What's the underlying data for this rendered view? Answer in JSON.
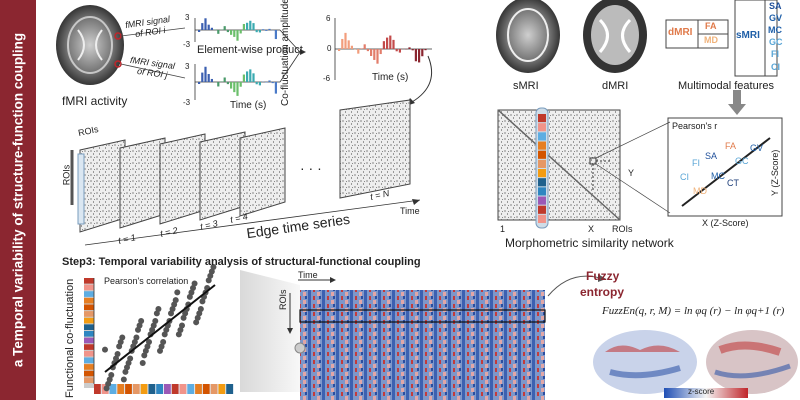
{
  "side_banner": "a Temporal variability of structure-function coupling",
  "top_left": {
    "signal_i": [
      "fMRI signal",
      "of ROI i"
    ],
    "signal_j": [
      "fMRI signal",
      "of ROI j"
    ],
    "product_label": "Element-wise product",
    "fmri_activity": "fMRI activity",
    "time_axis": "Time (s)",
    "ticks_top": [
      "3",
      "-3"
    ],
    "ticks_bottom": [
      "3",
      "-3"
    ],
    "cofluct_axis": "Co-fluctuation amplitude",
    "cofluct_ticks": [
      "6",
      "0",
      "-6"
    ],
    "cofluct_time": "Time (s)"
  },
  "edge_series": {
    "rois": "ROIs",
    "rois2": "ROIs",
    "dots": "· · ·",
    "t_labels": [
      "t = 1",
      "t = 2",
      "t = 3",
      "t = 4",
      "t = N"
    ],
    "time": "Time",
    "title": "Edge time series"
  },
  "top_right": {
    "smri": "sMRI",
    "dmri": "dMRI",
    "multimodal": "Multimodal features",
    "dmri_box": "dMRI",
    "fa": "FA",
    "md": "MD",
    "smri_box": "sMRI",
    "smri_features": [
      "SA",
      "GV",
      "MC",
      "GC",
      "FI",
      "CI"
    ],
    "colors": {
      "smri": "#1f5fa8",
      "dmri": "#e07a4a",
      "lightblue": "#5aa6d6"
    }
  },
  "msn": {
    "title": "Morphometric similarity network",
    "x": "X",
    "y": "Y",
    "one": "1",
    "rois": "ROIs",
    "pearson": "Pearson's r",
    "xlabel": "X (Z-Score)",
    "ylabel": "Y (Z-Score)",
    "points": [
      "FA",
      "GV",
      "SA",
      "FI",
      "GC",
      "CI",
      "MC",
      "MD",
      "CT"
    ]
  },
  "step3": {
    "title": "Step3: Temporal variability analysis of structural-functional coupling",
    "pearson": "Pearson's correlation",
    "ylabel": "Functional co-fluctuation",
    "time": "Time",
    "rois": "ROIs",
    "fuzzy": [
      "Fuzzy",
      "entropy"
    ],
    "formula": "FuzzEn(q, r, M) = ln φq (r) − ln φq+1 (r)",
    "zscore": "z-score"
  }
}
